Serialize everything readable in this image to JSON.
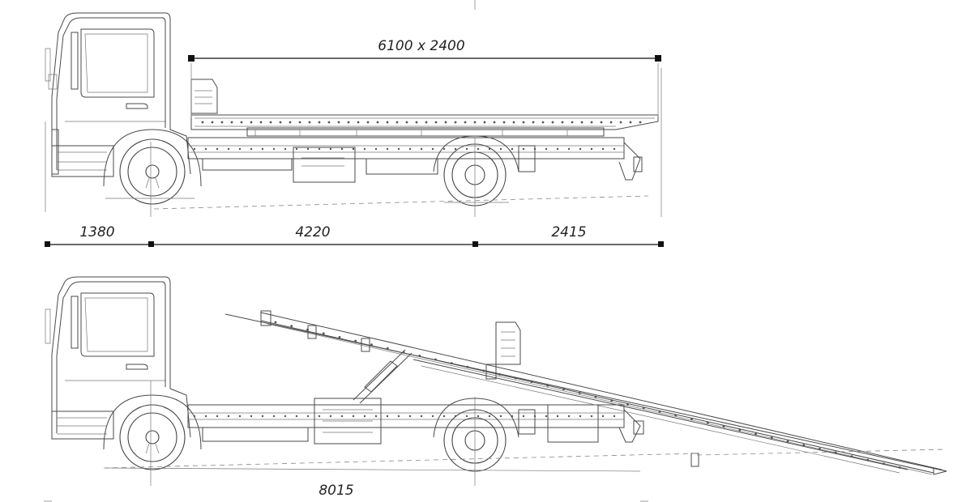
{
  "view_top": {
    "dim_platform": "6100 x 2400",
    "dim_front_overhang": "1380",
    "dim_wheelbase": "4220",
    "dim_rear_overhang": "2415"
  },
  "view_bottom": {
    "dim_total_length": "8015"
  }
}
